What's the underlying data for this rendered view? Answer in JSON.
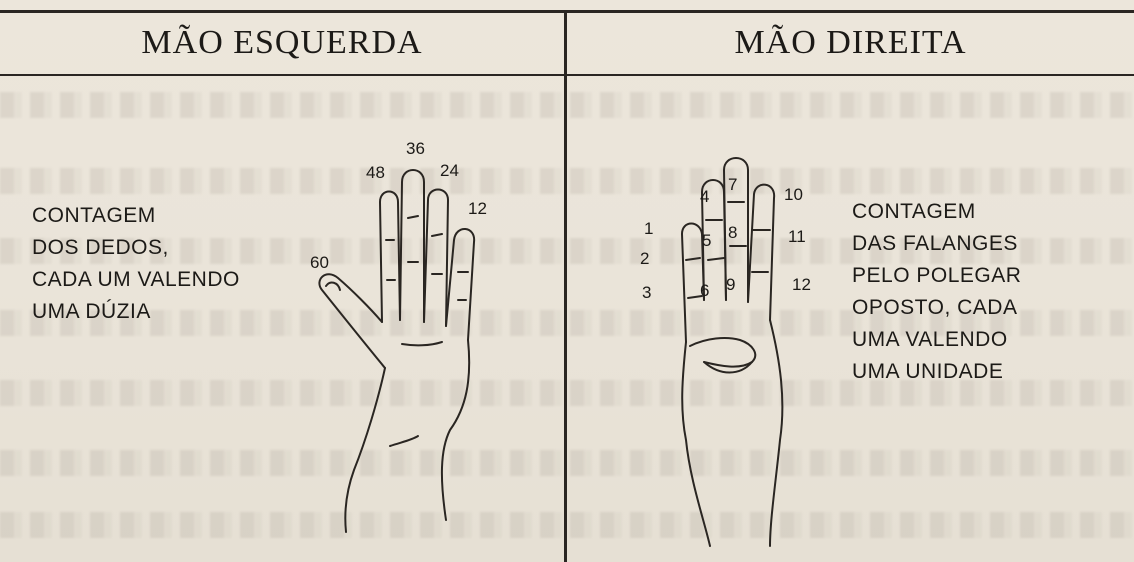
{
  "table": {
    "left_header": "MÃO ESQUERDA",
    "right_header": "MÃO DIREITA"
  },
  "left": {
    "caption_lines": [
      "CONTAGEM",
      "DOS DEDOS,",
      "CADA UM VALENDO",
      "UMA DÚZIA"
    ],
    "finger_labels": {
      "thumb": "60",
      "index": "48",
      "middle": "36",
      "ring": "24",
      "pinky": "12"
    }
  },
  "right": {
    "caption_lines": [
      "CONTAGEM",
      "DAS FALANGES",
      "PELO POLEGAR",
      "OPOSTO, CADA",
      "UMA VALENDO",
      "UMA UNIDADE"
    ],
    "phalanx_labels": {
      "n1": "1",
      "n2": "2",
      "n3": "3",
      "n4": "4",
      "n5": "5",
      "n6": "6",
      "n7": "7",
      "n8": "8",
      "n9": "9",
      "n10": "10",
      "n11": "11",
      "n12": "12"
    }
  }
}
